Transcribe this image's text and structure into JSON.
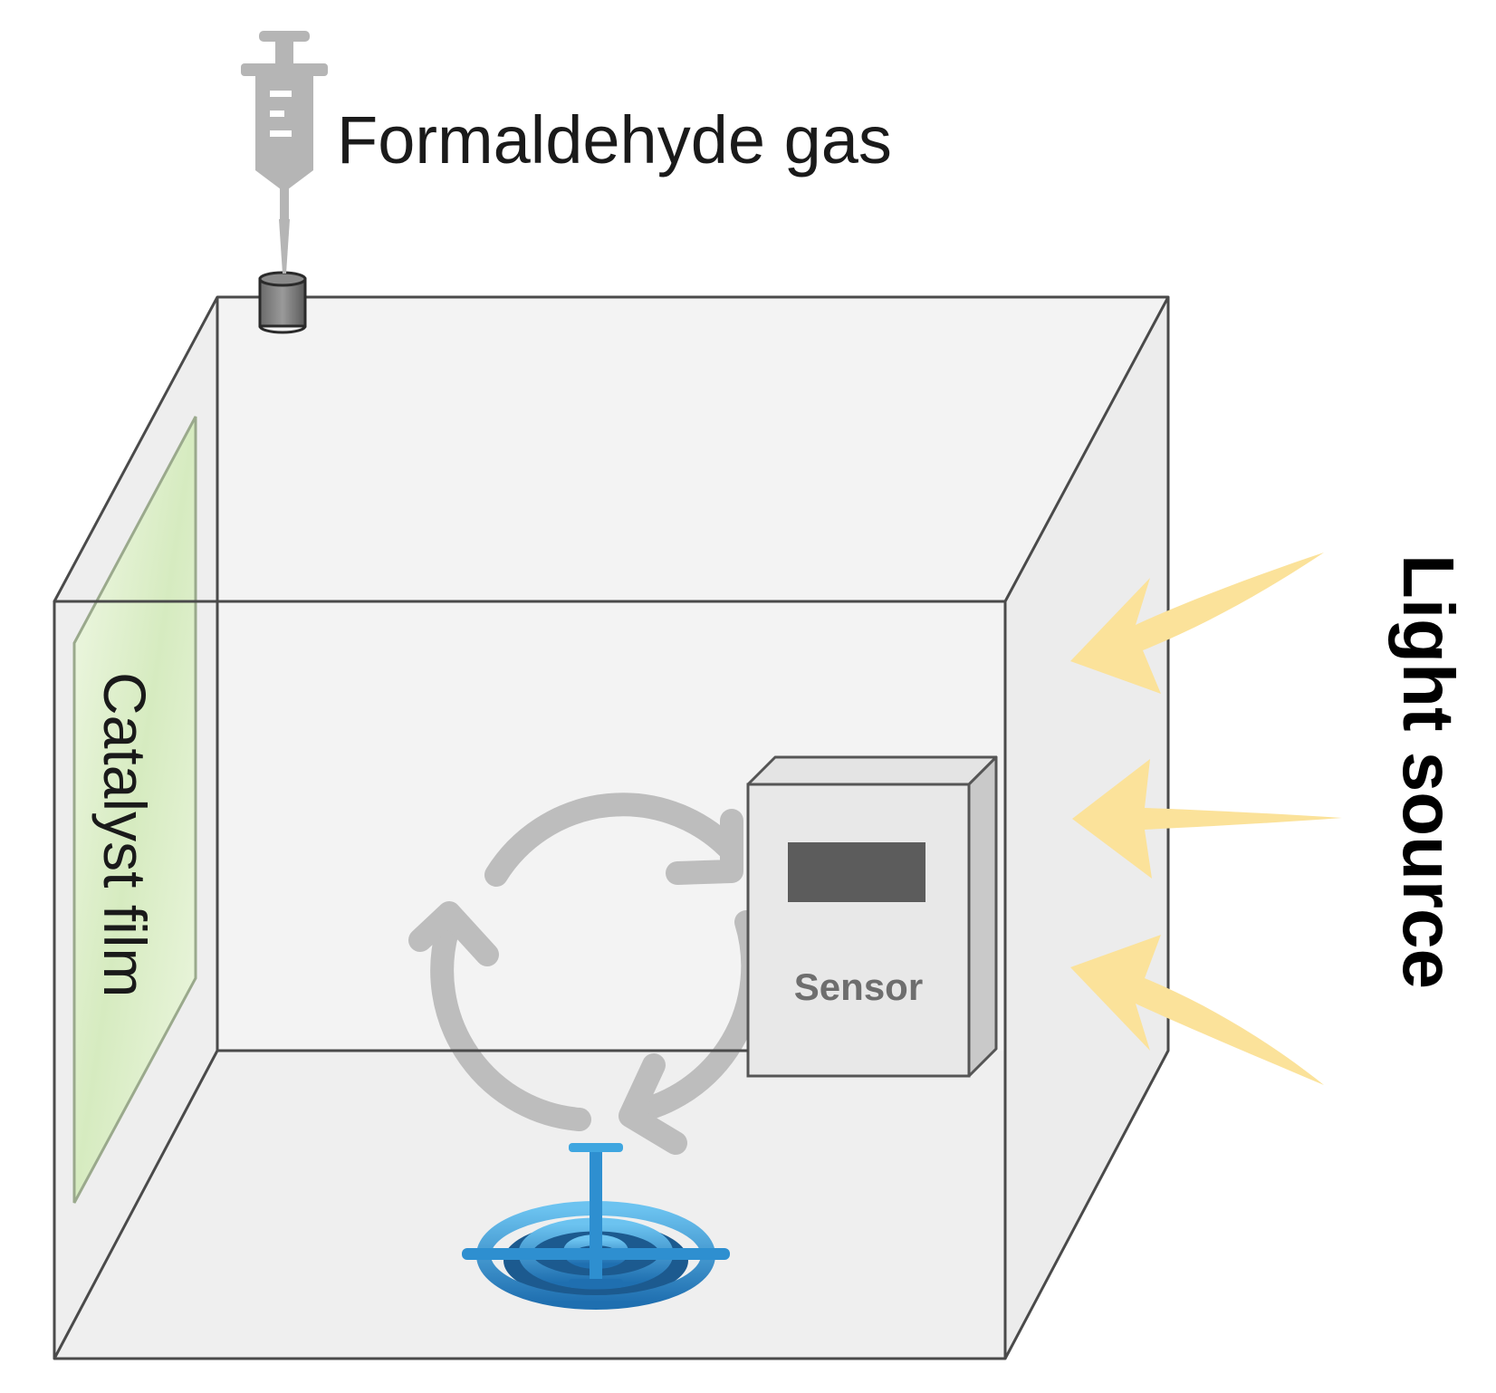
{
  "labels": {
    "gas": "Formaldehyde gas",
    "film": "Catalyst film",
    "sensor": "Sensor",
    "light": "Light source"
  },
  "colors": {
    "chamber_fill": "#f1f1f1",
    "chamber_edge": "#4a4a4a",
    "film_green": "#d8ecc4",
    "light_arrow": "#fbe29a",
    "circulation_arrow": "#bdbdbd",
    "fan_blue": "#2e8fd0",
    "syringe_gray": "#b5b5b5"
  },
  "icons": [
    "syringe-icon",
    "gas-inlet-port-icon",
    "circulation-arrows-icon",
    "fan-icon",
    "light-arrow-icon",
    "sensor-box-icon"
  ]
}
